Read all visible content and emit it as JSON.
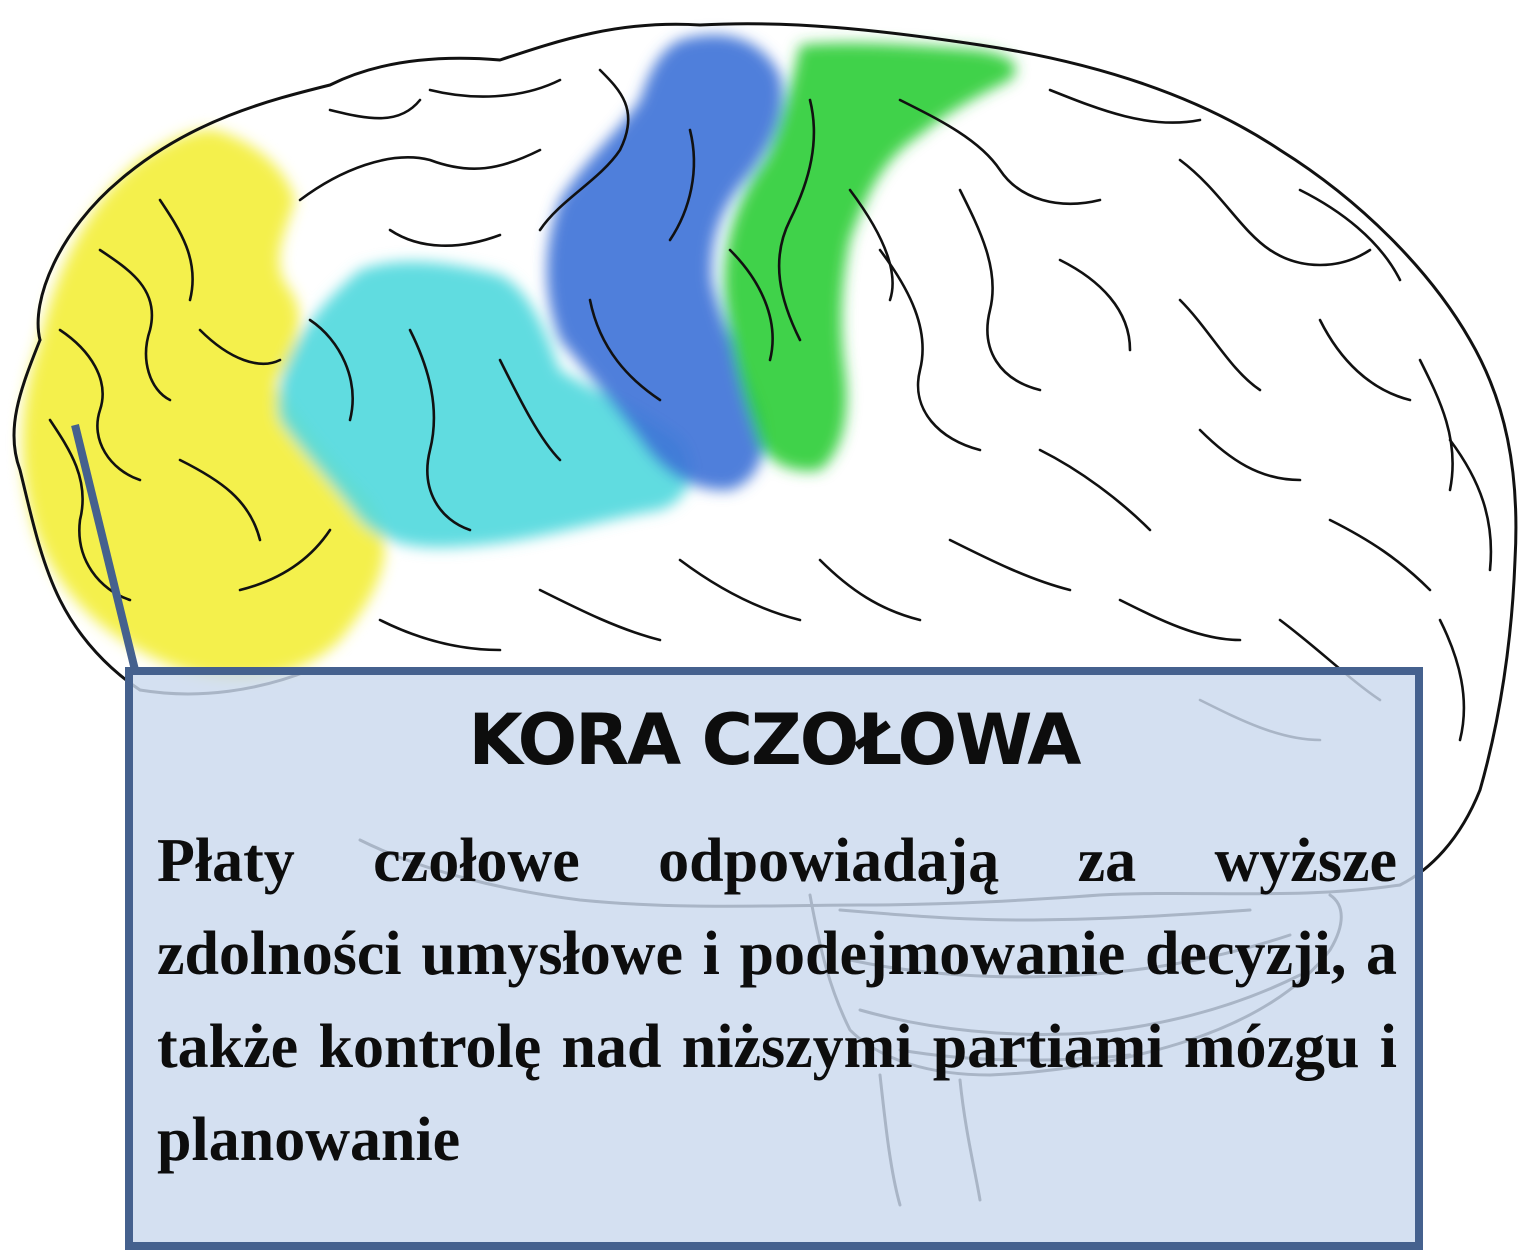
{
  "info_box": {
    "title": "KORA CZOŁOWA",
    "description": "Płaty czołowe odpowiadają za wyższe zdolności umysłowe i podejmowanie decyzji, a także kontrolę nad niższymi partiami mózgu i planowanie"
  },
  "regions": [
    {
      "id": "frontal-cortex",
      "color": "#f3ef3c"
    },
    {
      "id": "cyan-region",
      "color": "#52d9dd"
    },
    {
      "id": "blue-region",
      "color": "#3f74d8"
    },
    {
      "id": "green-region",
      "color": "#2fce3a"
    }
  ],
  "colors": {
    "outline": "#111111",
    "pointer": "#45618e",
    "box_border": "#45618e",
    "box_fill": "#cbd9ee"
  }
}
